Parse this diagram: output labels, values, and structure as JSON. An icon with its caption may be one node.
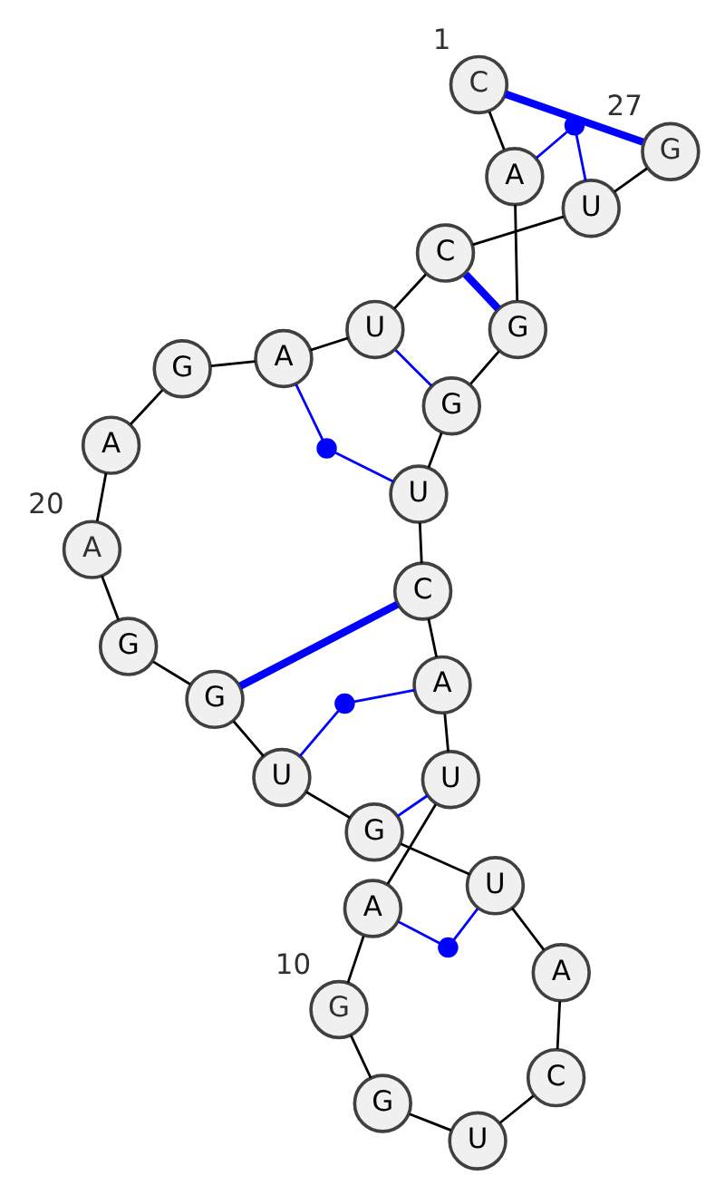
{
  "diagram": {
    "nodes": [
      {
        "text": [
          "C"
        ],
        "beside": [
          "1"
        ]
      },
      {
        "text": [
          "A"
        ]
      },
      {
        "text": [
          "G"
        ]
      },
      {
        "text": [
          "G"
        ]
      },
      {
        "text": [
          "U"
        ]
      },
      {
        "text": [
          "C"
        ]
      },
      {
        "text": [
          "A"
        ]
      },
      {
        "text": [
          "U"
        ]
      },
      {
        "text": [
          "A"
        ]
      },
      {
        "text": [
          "G"
        ],
        "beside": [
          "10"
        ]
      },
      {
        "text": [
          "G"
        ]
      },
      {
        "text": [
          "U"
        ]
      },
      {
        "text": [
          "C"
        ]
      },
      {
        "text": [
          "A"
        ]
      },
      {
        "text": [
          "U"
        ]
      },
      {
        "text": [
          "G"
        ]
      },
      {
        "text": [
          "U"
        ]
      },
      {
        "text": [
          "G"
        ]
      },
      {
        "text": [
          "G"
        ]
      },
      {
        "text": [
          "A"
        ],
        "beside": [
          "20"
        ]
      },
      {
        "text": [
          "A"
        ]
      },
      {
        "text": [
          "G"
        ]
      },
      {
        "text": [
          "A"
        ]
      },
      {
        "text": [
          "U"
        ]
      },
      {
        "text": [
          "C"
        ]
      },
      {
        "text": [
          "U"
        ]
      },
      {
        "text": [
          "G"
        ],
        "beside": [
          "27"
        ]
      },
      {
        "text": [],
        "shape": "circle"
      },
      {
        "text": [],
        "shape": "circle"
      },
      {
        "text": [],
        "shape": "circle"
      },
      {
        "text": [],
        "shape": "circle"
      }
    ],
    "edges": [
      {
        "from": 0,
        "to": 1,
        "arrow": "none"
      },
      {
        "from": 1,
        "to": 2,
        "arrow": "none"
      },
      {
        "from": 2,
        "to": 3,
        "arrow": "none"
      },
      {
        "from": 3,
        "to": 4,
        "arrow": "none"
      },
      {
        "from": 4,
        "to": 5,
        "arrow": "none"
      },
      {
        "from": 5,
        "to": 6,
        "arrow": "none"
      },
      {
        "from": 6,
        "to": 7,
        "arrow": "none"
      },
      {
        "from": 7,
        "to": 8,
        "arrow": "none"
      },
      {
        "from": 8,
        "to": 9,
        "arrow": "none"
      },
      {
        "from": 9,
        "to": 10,
        "arrow": "none"
      },
      {
        "from": 10,
        "to": 11,
        "arrow": "none"
      },
      {
        "from": 11,
        "to": 12,
        "arrow": "none"
      },
      {
        "from": 12,
        "to": 13,
        "arrow": "none"
      },
      {
        "from": 13,
        "to": 14,
        "arrow": "none"
      },
      {
        "from": 14,
        "to": 15,
        "arrow": "none"
      },
      {
        "from": 15,
        "to": 16,
        "arrow": "none"
      },
      {
        "from": 16,
        "to": 17,
        "arrow": "none"
      },
      {
        "from": 17,
        "to": 18,
        "arrow": "none"
      },
      {
        "from": 18,
        "to": 19,
        "arrow": "none"
      },
      {
        "from": 19,
        "to": 20,
        "arrow": "none"
      },
      {
        "from": 20,
        "to": 21,
        "arrow": "none"
      },
      {
        "from": 21,
        "to": 22,
        "arrow": "none"
      },
      {
        "from": 22,
        "to": 23,
        "arrow": "none"
      },
      {
        "from": 23,
        "to": 24,
        "arrow": "none"
      },
      {
        "from": 24,
        "to": 25,
        "arrow": "none"
      },
      {
        "from": 25,
        "to": 26,
        "arrow": "none"
      },
      {
        "from": 0,
        "to": 26,
        "arrow": "none",
        "style": "thick",
        "color": "#0000ff"
      },
      {
        "from": 2,
        "to": 24,
        "arrow": "none",
        "style": "thick",
        "color": "#0000ff"
      },
      {
        "from": 3,
        "to": 23,
        "arrow": "none",
        "color": "#0000ff"
      },
      {
        "from": 5,
        "to": 17,
        "arrow": "none",
        "style": "thick",
        "color": "#0000ff"
      },
      {
        "from": 7,
        "to": 15,
        "arrow": "none",
        "color": "#0000ff"
      },
      {
        "from": 8,
        "to": 27,
        "arrow": "none",
        "color": "#0000ff"
      },
      {
        "from": 27,
        "to": 14,
        "arrow": "none",
        "color": "#0000ff"
      },
      {
        "from": 6,
        "to": 28,
        "arrow": "none",
        "color": "#0000ff"
      },
      {
        "from": 28,
        "to": 16,
        "arrow": "none",
        "color": "#0000ff"
      },
      {
        "from": 4,
        "to": 29,
        "arrow": "none",
        "color": "#0000ff"
      },
      {
        "from": 29,
        "to": 22,
        "arrow": "none",
        "color": "#0000ff"
      },
      {
        "from": 1,
        "to": 30,
        "arrow": "none",
        "color": "#0000ff"
      },
      {
        "from": 30,
        "to": 25,
        "arrow": "none",
        "color": "#0000ff"
      }
    ]
  }
}
